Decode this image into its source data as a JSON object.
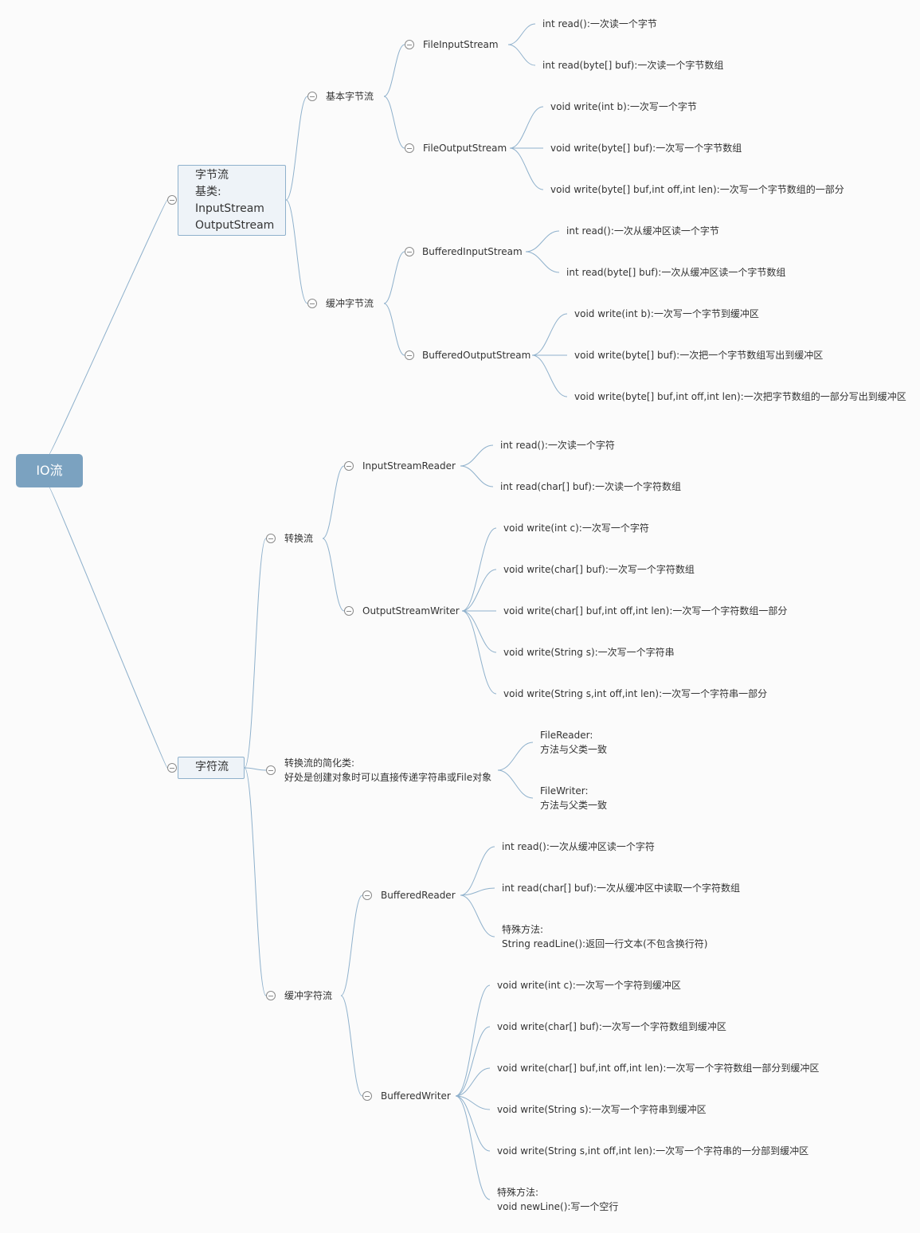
{
  "colors": {
    "background": "#fbfbfb",
    "root_fill": "#7ba2c0",
    "box_fill": "#eef3f8",
    "box_border": "#8fb1cc",
    "link": "#8fb1cc",
    "text": "#333333"
  },
  "root": {
    "label": "IO流"
  },
  "byte_stream": {
    "label": "字节流\n基类:\nInputStream\nOutputStream",
    "basic": {
      "label": "基本字节流",
      "fis": {
        "label": "FileInputStream",
        "items": [
          "int read():一次读一个字节",
          "int read(byte[] buf):一次读一个字节数组"
        ]
      },
      "fos": {
        "label": "FileOutputStream",
        "items": [
          "void write(int b):一次写一个字节",
          "void write(byte[] buf):一次写一个字节数组",
          "void write(byte[] buf,int off,int len):一次写一个字节数组的一部分"
        ]
      }
    },
    "buffered": {
      "label": "缓冲字节流",
      "bis": {
        "label": "BufferedInputStream",
        "items": [
          "int read():一次从缓冲区读一个字节",
          "int read(byte[] buf):一次从缓冲区读一个字节数组"
        ]
      },
      "bos": {
        "label": "BufferedOutputStream",
        "items": [
          "void write(int b):一次写一个字节到缓冲区",
          "void write(byte[] buf):一次把一个字节数组写出到缓冲区",
          "void write(byte[] buf,int off,int len):一次把字节数组的一部分写出到缓冲区"
        ]
      }
    }
  },
  "char_stream": {
    "label": "字符流",
    "convert": {
      "label": "转换流",
      "isr": {
        "label": "InputStreamReader",
        "items": [
          "int read():一次读一个字符",
          "int read(char[] buf):一次读一个字符数组"
        ]
      },
      "osw": {
        "label": "OutputStreamWriter",
        "items": [
          "void write(int c):一次写一个字符",
          "void write(char[] buf):一次写一个字符数组",
          "void write(char[] buf,int off,int len):一次写一个字符数组一部分",
          "void write(String s):一次写一个字符串",
          "void write(String s,int off,int len):一次写一个字符串一部分"
        ]
      }
    },
    "simple": {
      "label": "转换流的简化类:\n好处是创建对象时可以直接传递字符串或File对象",
      "items": [
        "FileReader:\n方法与父类一致",
        "FileWriter:\n方法与父类一致"
      ]
    },
    "buffered": {
      "label": "缓冲字符流",
      "br": {
        "label": "BufferedReader",
        "items": [
          "int read():一次从缓冲区读一个字符",
          "int read(char[] buf):一次从缓冲区中读取一个字符数组",
          "特殊方法:\nString readLine():返回一行文本(不包含换行符)"
        ]
      },
      "bw": {
        "label": "BufferedWriter",
        "items": [
          "void write(int c):一次写一个字符到缓冲区",
          "void write(char[] buf):一次写一个字符数组到缓冲区",
          "void write(char[] buf,int off,int len):一次写一个字符数组一部分到缓冲区",
          "void write(String s):一次写一个字符串到缓冲区",
          "void write(String s,int off,int len):一次写一个字符串的一分部到缓冲区",
          "特殊方法:\nvoid newLine():写一个空行"
        ]
      }
    }
  }
}
